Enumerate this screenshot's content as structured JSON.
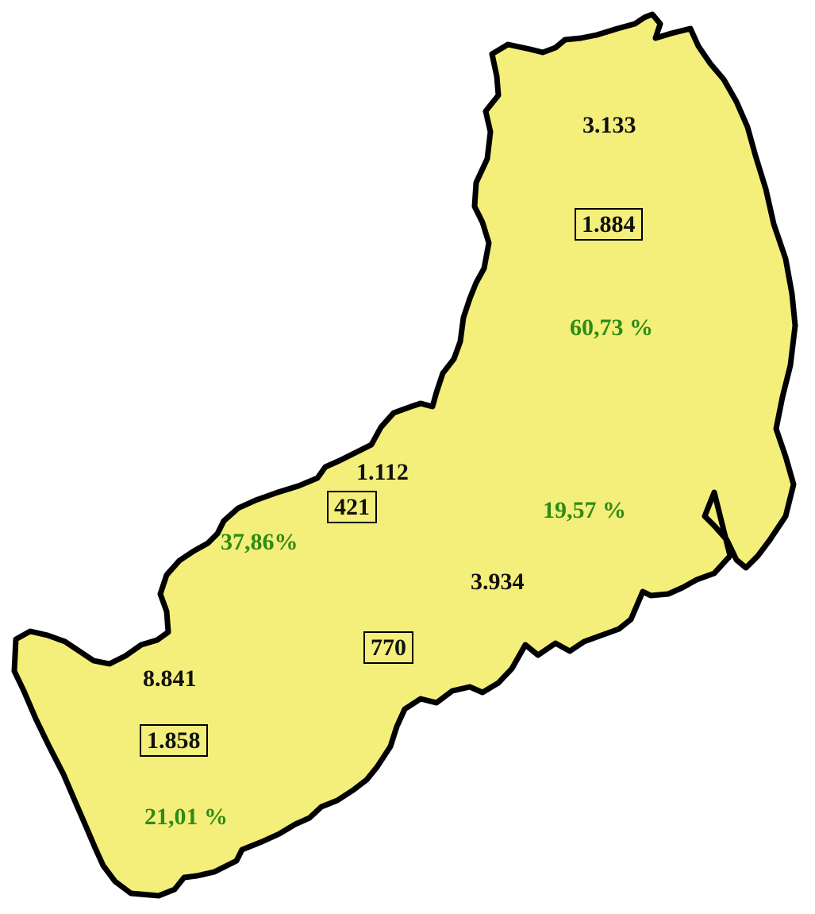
{
  "colors": {
    "fill": "#f4ef7a",
    "outline": "#000000",
    "text": "#111111",
    "percent": "#2e8b16"
  },
  "regions": {
    "north": {
      "total": "3.133",
      "boxed": "1.884",
      "percent": "60,73 %"
    },
    "central_west": {
      "total": "1.112",
      "boxed": "421",
      "percent": "37,86%"
    },
    "central_east": {
      "total": "3.934",
      "boxed": "770",
      "percent": "19,57 %"
    },
    "south": {
      "total": "8.841",
      "boxed": "1.858",
      "percent": "21,01 %"
    }
  }
}
